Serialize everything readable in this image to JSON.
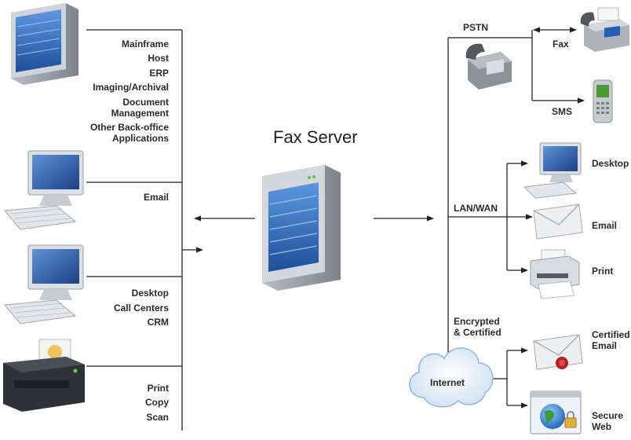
{
  "title": "Fax Server",
  "left_sources": {
    "backoffice": [
      "Mainframe",
      "Host",
      "ERP",
      "Imaging/Archival",
      "Document",
      "Management",
      "Other Back-office",
      "Applications"
    ],
    "email": [
      "Email"
    ],
    "desktop": [
      "Desktop",
      "Call Centers",
      "CRM"
    ],
    "printer": [
      "Print",
      "Copy",
      "Scan"
    ]
  },
  "right_destinations": {
    "pstn": "PSTN",
    "fax": "Fax",
    "sms": "SMS",
    "lanwan": "LAN/WAN",
    "desktop": "Desktop",
    "email": "Email",
    "print": "Print",
    "encrypted": [
      "Encrypted",
      "& Certified"
    ],
    "internet": "Internet",
    "certified_email": [
      "Certified",
      "Email"
    ],
    "secure_web": [
      "Secure",
      "Web"
    ]
  },
  "colors": {
    "line": "#222222",
    "screen": "#2c5fae",
    "server_front": "#3a78c8",
    "cloud": "#e6f0fa"
  },
  "icons": [
    "server-icon",
    "desktop-computer-icon",
    "printer-icon",
    "telephone-icon",
    "fax-machine-icon",
    "mobile-phone-icon",
    "envelope-icon",
    "cloud-icon",
    "globe-lock-icon"
  ]
}
